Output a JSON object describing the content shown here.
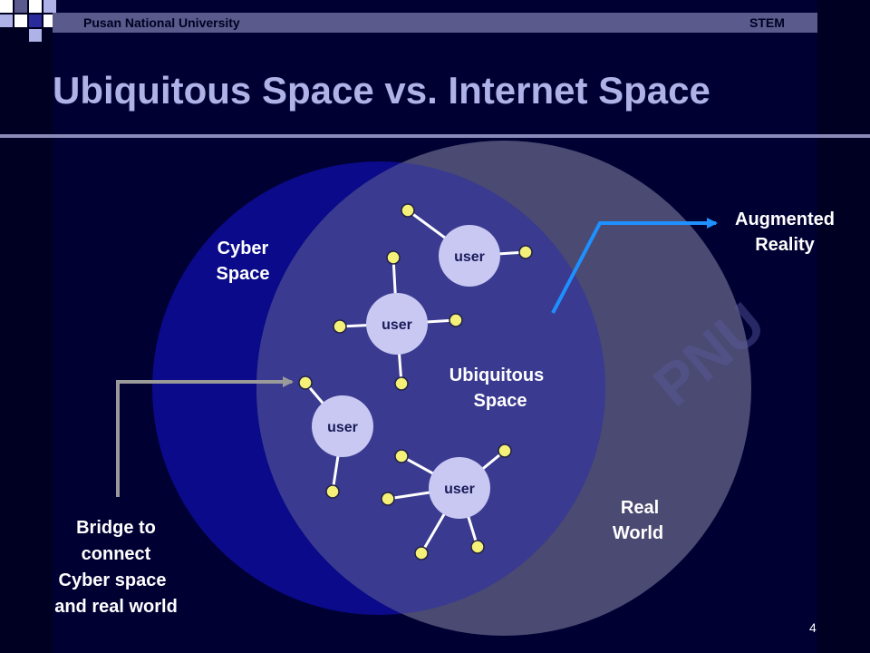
{
  "header": {
    "left_text": "Pusan National University",
    "right_text": "STEM"
  },
  "title": "Ubiquitous Space vs. Internet Space",
  "diagram": {
    "cyber_label": [
      "Cyber",
      "Space"
    ],
    "real_label": [
      "Real",
      "World"
    ],
    "ubiquitous_label": [
      "Ubiquitous",
      "Space"
    ],
    "augmented_label": [
      "Augmented",
      "Reality"
    ],
    "bridge_label": [
      "Bridge to",
      "connect",
      "Cyber space",
      "and real world"
    ],
    "user_label": "user",
    "watermark": "PNU",
    "colors": {
      "cyber_circle": "#0a0a8a",
      "real_circle": "#4a4a72",
      "overlap": "#3a3a90",
      "user_node": "#c8c8f2",
      "leaf_node": "#f4f078",
      "augmented_arrow": "#1e90ff",
      "bridge_arrow": "#9a9a9a"
    }
  },
  "page_number": "4"
}
